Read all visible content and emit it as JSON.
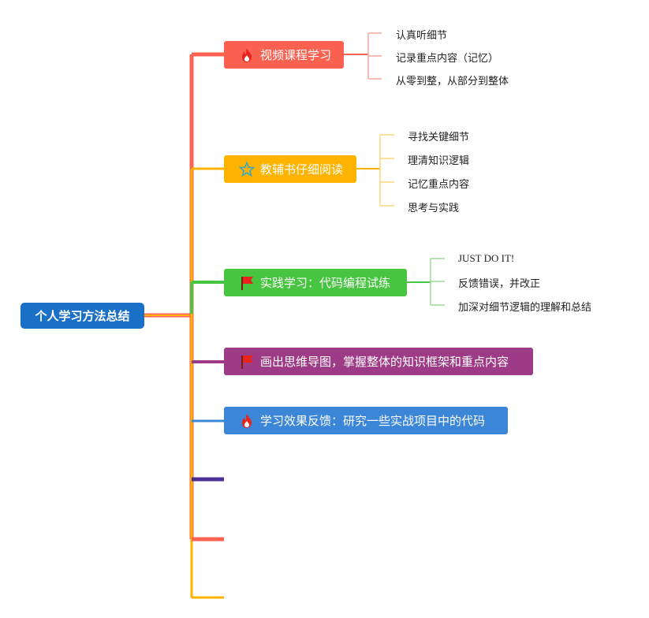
{
  "root": {
    "label": "个人学习方法总结",
    "color": "#1a6fc7"
  },
  "branches": [
    {
      "label": "视频课程学习",
      "icon": "fire-icon",
      "color": "#fa6150",
      "children": [
        "认真听细节",
        "记录重点内容（记忆）",
        "从零到整，从部分到整体"
      ]
    },
    {
      "label": "教辅书仔细阅读",
      "icon": "star-icon",
      "color": "#fdb300",
      "children": [
        "寻找关键细节",
        "理清知识逻辑",
        "记忆重点内容",
        "思考与实践"
      ]
    },
    {
      "label": "实践学习：代码编程试练",
      "icon": "flag-icon",
      "color": "#47c440",
      "children": [
        "JUST DO IT!",
        "反馈错误，并改正",
        "加深对细节逻辑的理解和总结"
      ]
    },
    {
      "label": "画出思维导图，掌握整体的知识框架和重点内容",
      "icon": "flag-icon",
      "color": "#9e3b86",
      "children": []
    },
    {
      "label": "学习效果反馈：研究一些实战项目中的代码",
      "icon": "fire-icon",
      "color": "#3b86d6",
      "children": []
    }
  ],
  "empty_branch_colors": [
    "#4a2f94",
    "#fa6150",
    "#fdb300"
  ]
}
